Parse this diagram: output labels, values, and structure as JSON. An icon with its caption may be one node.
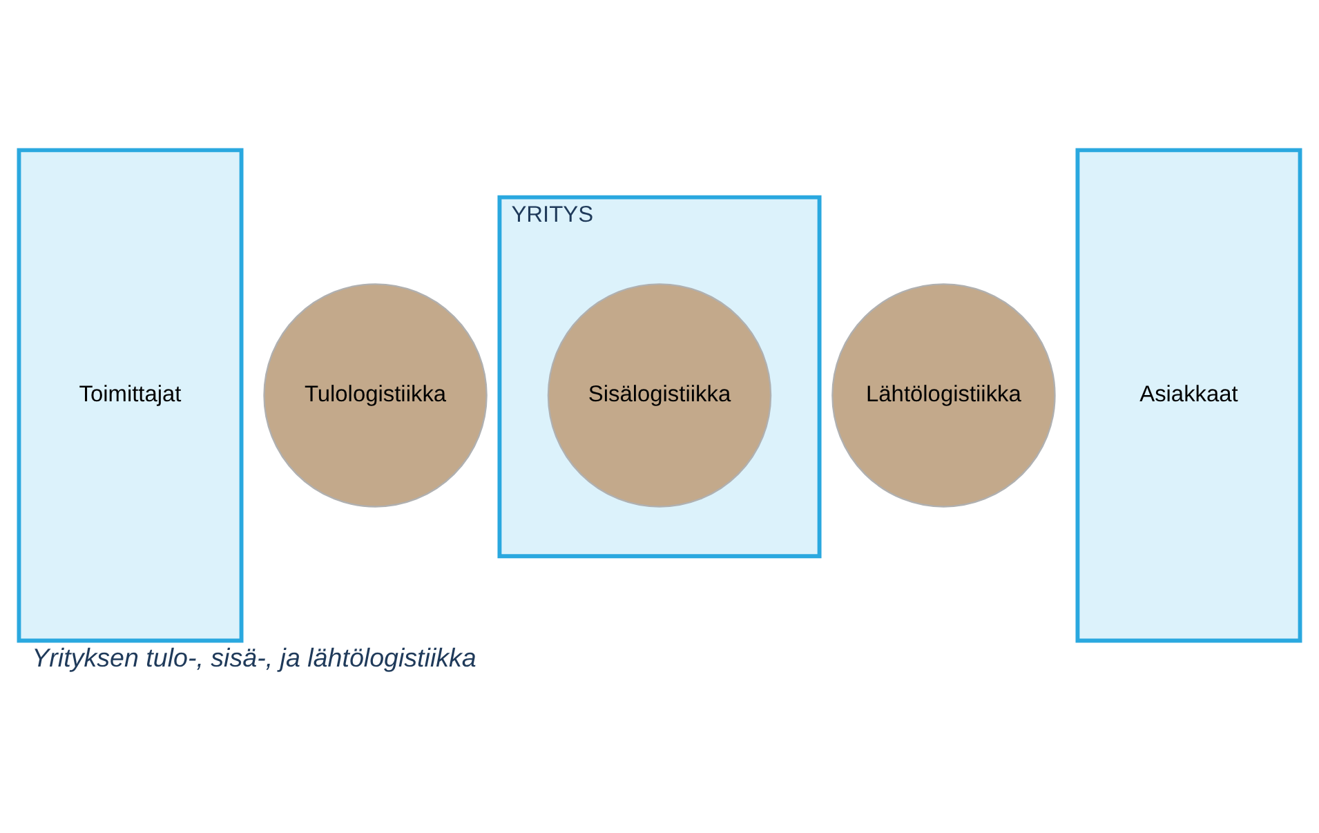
{
  "diagram": {
    "caption": "Yrityksen tulo-, sisä-, ja lähtölogistiikka",
    "nodes": [
      {
        "text": [
          "Toimittajat"
        ]
      },
      {
        "text": [
          "YRITYS"
        ]
      },
      {
        "text": [
          "Asiakkaat"
        ]
      },
      {
        "text": [
          "Sisälogistiikka"
        ],
        "in": 1
      },
      {
        "text": [
          "Tulologistiikka"
        ]
      },
      {
        "text": [
          "Lähtölogistiikka"
        ]
      }
    ]
  }
}
